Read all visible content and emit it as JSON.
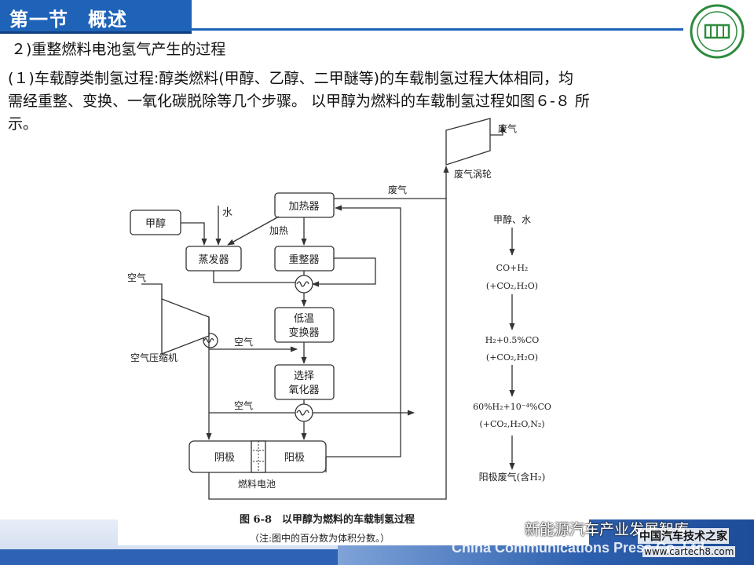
{
  "header": {
    "title": "第一节　概述",
    "accent": "#1f63b8"
  },
  "subheading": "２)重整燃料电池氢气产生的过程",
  "paragraph": {
    "line1": "(１)车载醇类制氢过程:醇类燃料(甲醇、乙醇、二甲醚等)的车载制氢过程大体相同，均",
    "line2": "需经重整、变换、一氧化碳脱除等几个步骤。 以甲醇为燃料的车载制氢过程如图６-８ 所",
    "line3": "示。"
  },
  "diagram": {
    "labels": {
      "methanol": "甲醇",
      "water": "水",
      "heater": "加热器",
      "heating": "加热",
      "evaporator": "蒸发器",
      "reformer": "重整器",
      "air_in": "空气",
      "low_temp_1": "低温",
      "low_temp_2": "变换器",
      "air_compressor": "空气压缩机",
      "air_mid": "空气",
      "selective_1": "选择",
      "selective_2": "氧化器",
      "air_low": "空气",
      "cathode": "阴极",
      "anode": "阳极",
      "fuel_cell": "燃料电池",
      "exhaust_top": "废气",
      "exhaust_turbine": "废气涡轮",
      "exhaust_mid": "废气"
    },
    "chain": {
      "s1": "甲醇、水",
      "s2": "CO+H₂",
      "s3": "(+CO₂,H₂O)",
      "s4": "H₂+0.5%CO",
      "s5": "(+CO₂,H₂O)",
      "s6": "60%H₂+10⁻⁴%CO",
      "s7": "(+CO₂,H₂O,N₂)",
      "s8": "阳极废气(含H₂)"
    },
    "caption": "图 6-8　以甲醇为燃料的车载制氢过程",
    "note": "（注:图中的百分数为体积分数。）"
  },
  "footer": {
    "press": "China Communications Press  Co.,Ltd.",
    "watermark": "新能源汽车产业发展智库",
    "site": "中国汽车技术之家",
    "url": "www.cartech8.com"
  }
}
